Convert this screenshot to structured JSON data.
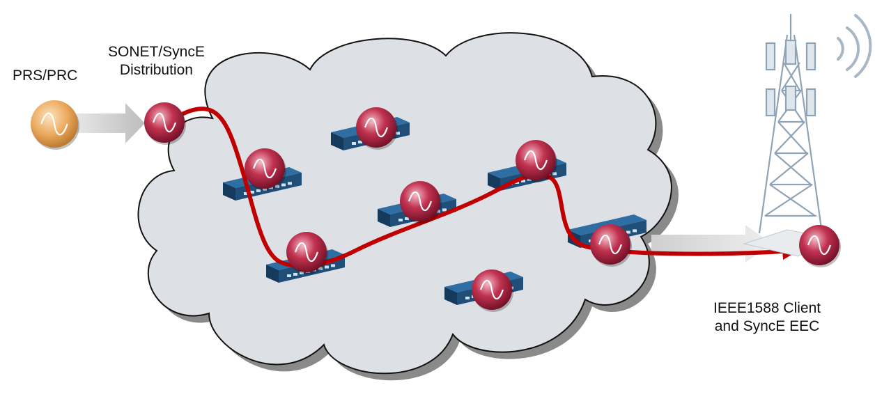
{
  "labels": {
    "source": "PRS/PRC",
    "distribution_line1": "SONET/SyncE",
    "distribution_line2": "Distribution",
    "client_line1": "IEEE1588 Client",
    "client_line2": "and SyncE EEC"
  },
  "colors": {
    "cloud_fill": "#dde0e5",
    "cloud_stroke": "#111111",
    "cloud_shadow": "#8a8a8a",
    "sync_path": "#c00000",
    "clock_fill": "#a51a3c",
    "source_clock_fill": "#e3a25a",
    "switch_body": "#1f4e78",
    "tower": "#8fa3b6",
    "wifi_waves": "#a9b7c4",
    "feed_arrow": "#c8c8c8"
  },
  "icons": {
    "source": "oscillator-clock-icon",
    "node": "sync-clock-icon",
    "switch": "ethernet-switch-icon",
    "tower": "cell-tower-icon",
    "waves": "wireless-signal-icon"
  }
}
